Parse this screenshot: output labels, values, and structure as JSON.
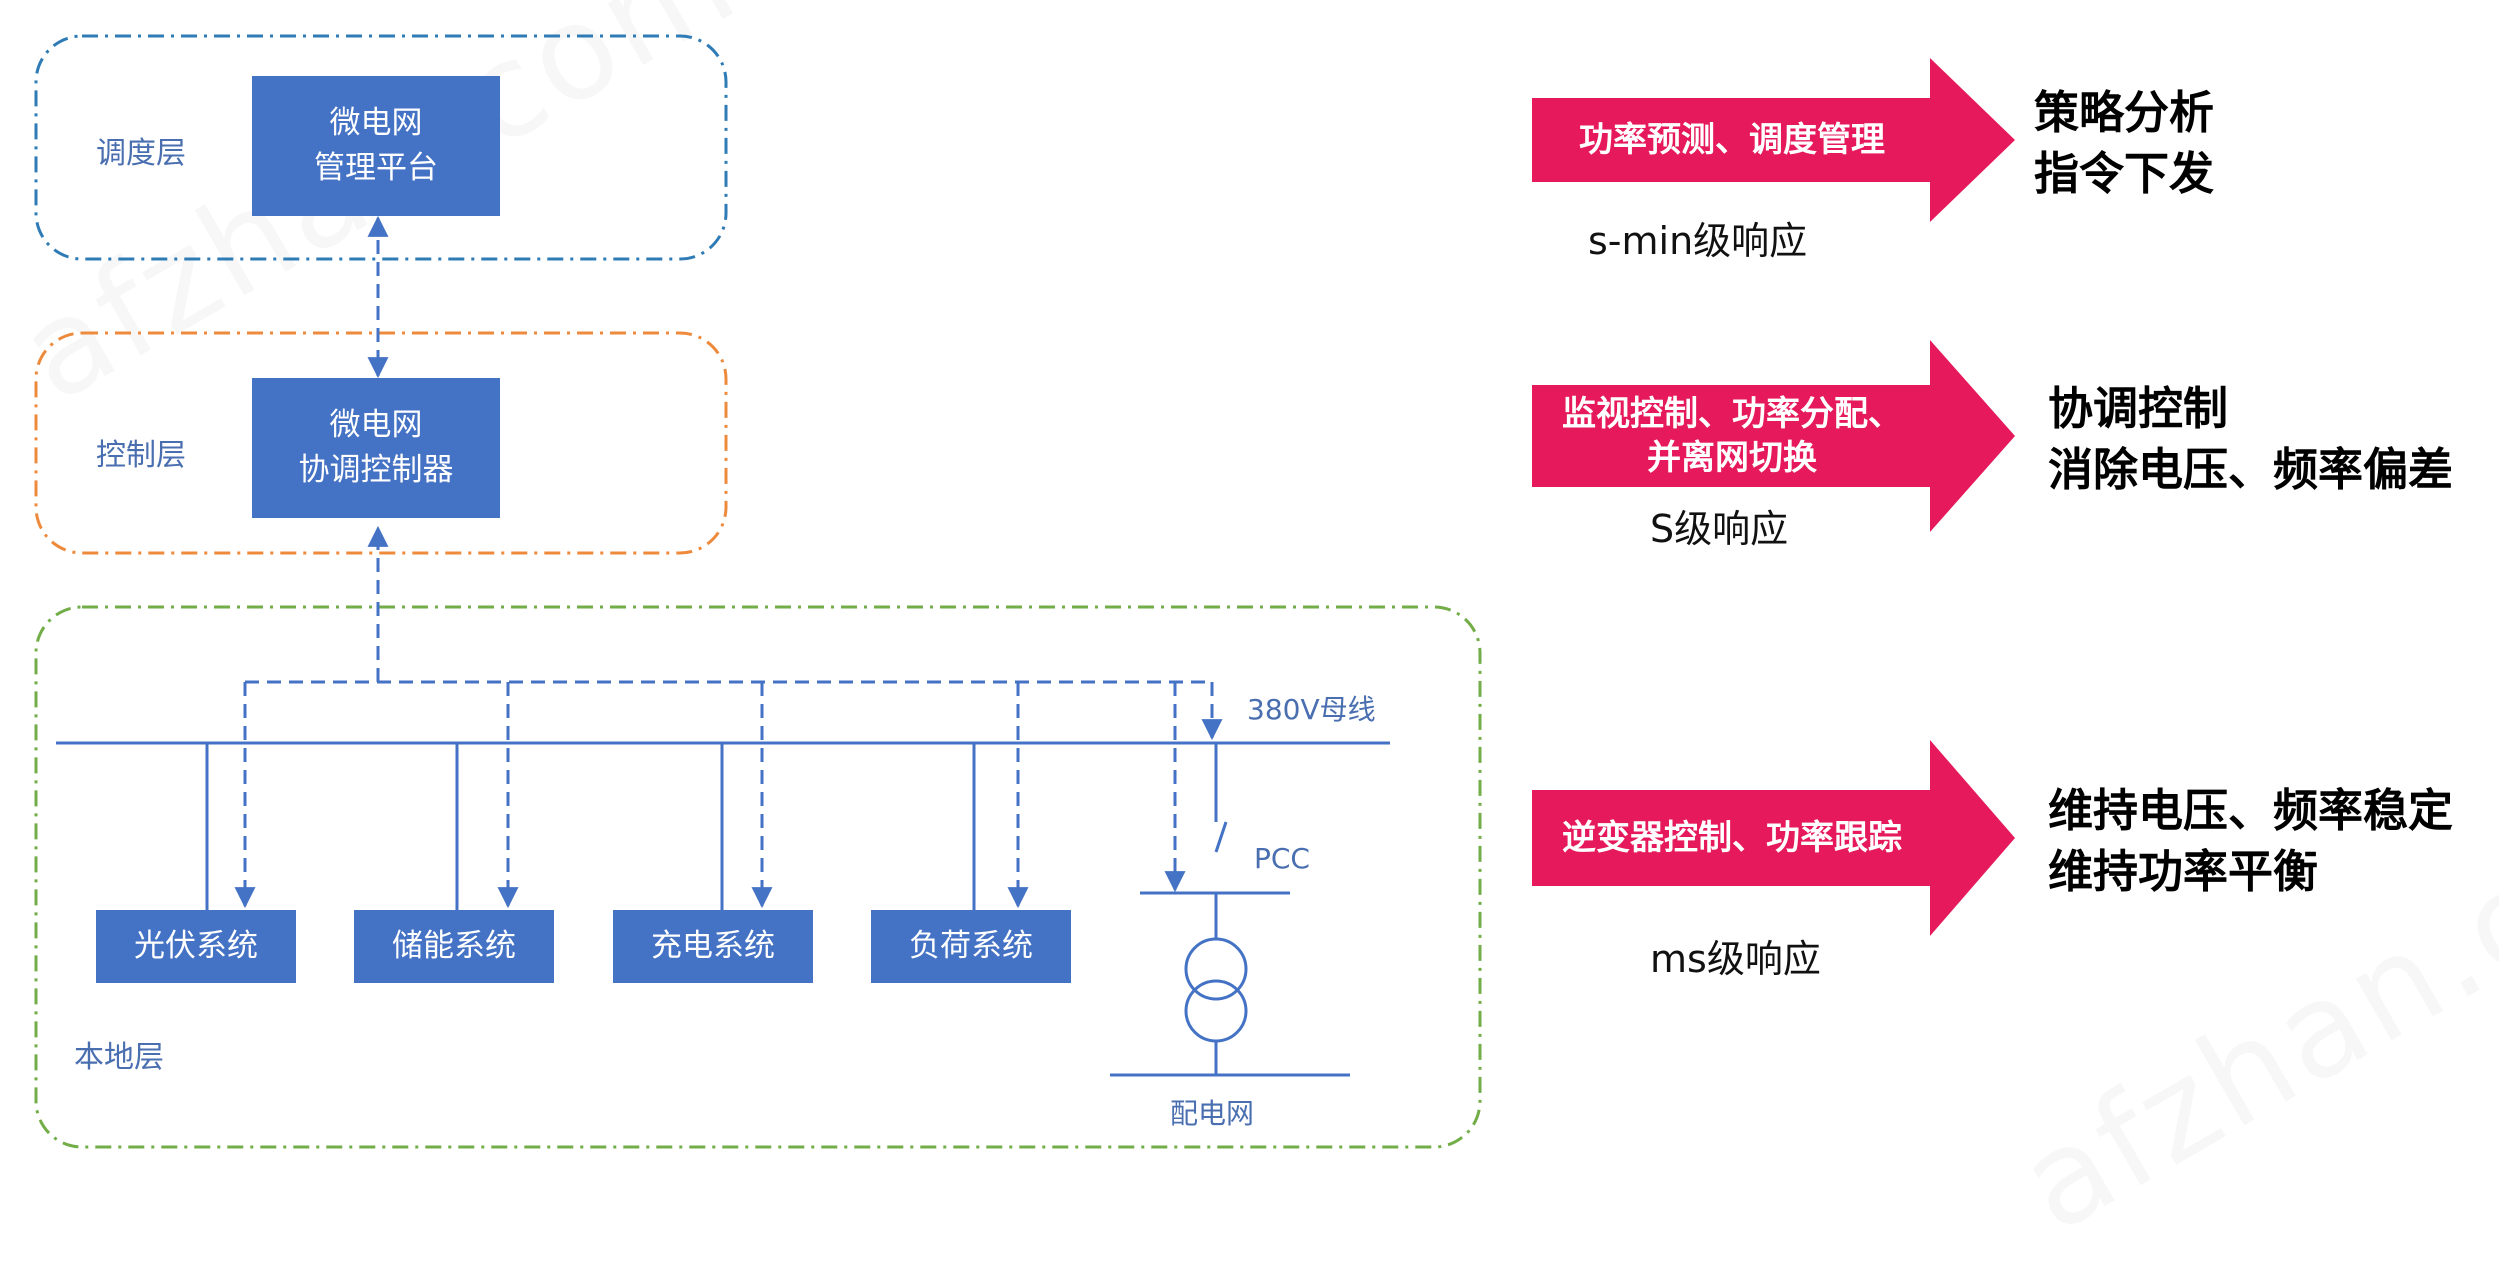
{
  "watermark": "afzhan.com",
  "layers": {
    "dispatch": "调度层",
    "control": "控制层",
    "local": "本地层"
  },
  "boxes": {
    "platform": [
      "微电网",
      "管理平台"
    ],
    "controller": [
      "微电网",
      "协调控制器"
    ],
    "pv": "光伏系统",
    "storage": "储能系统",
    "charging": "充电系统",
    "load": "负荷系统"
  },
  "labels": {
    "bus": "380V母线",
    "pcc": "PCC",
    "grid": "配电网"
  },
  "arrows": [
    {
      "text": [
        "功率预测、调度管理"
      ],
      "response": "s-min级响应",
      "description": [
        "策略分析",
        "指令下发"
      ]
    },
    {
      "text": [
        "监视控制、功率分配、",
        "并离网切换"
      ],
      "response": "S级响应",
      "description": [
        "协调控制",
        "消除电压、频率偏差"
      ]
    },
    {
      "text": [
        "逆变器控制、功率跟踪"
      ],
      "response": "ms级响应",
      "description": [
        "维持电压、频率稳定",
        "维持功率平衡"
      ]
    }
  ],
  "colors": {
    "dispatch_frame": "#2e7bb5",
    "control_frame": "#ed8a3c",
    "local_frame": "#72ad47",
    "box": "#4472c4",
    "line": "#4472c4",
    "arrow": "#e5195c"
  }
}
